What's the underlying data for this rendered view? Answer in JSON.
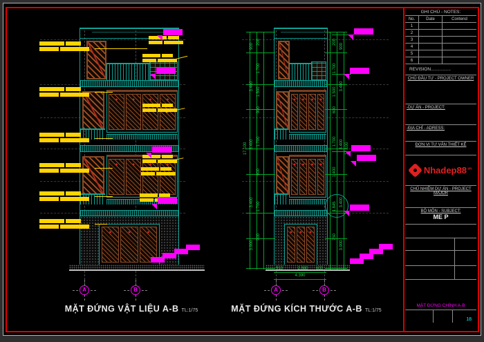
{
  "drawing": {
    "left_view": {
      "title": "MẶT ĐỨNG VẬT LIỆU A-B",
      "scale": "TL:1/75",
      "axes": [
        "A",
        "B"
      ]
    },
    "right_view": {
      "title": "MẶT ĐỨNG KÍCH THƯỚC A-B",
      "scale": "TL:1/75",
      "axes": [
        "A",
        "B"
      ]
    },
    "dims": {
      "bottom_segments": [
        "910",
        "2.880",
        "600"
      ],
      "bottom_total": "4.390",
      "overall_height": "17.100",
      "left_inner": [
        "200",
        "1.700",
        "1.500",
        "900",
        "1.700",
        "900",
        "1.700",
        "900"
      ],
      "left_floors": [
        "900",
        "3.400",
        "3.400",
        "3.400",
        "3.900"
      ],
      "right_inner": [
        "200",
        "1.700",
        "1.500",
        "600",
        "1.700",
        "1.400",
        "1.845",
        "750"
      ],
      "right_floors": [
        "900",
        "3.400",
        "3.400",
        "3.400",
        "3.900"
      ]
    }
  },
  "title_block": {
    "notes": {
      "header": "GHI CHÚ - NOTES:",
      "columns": [
        "No.",
        "Date",
        "Contend"
      ],
      "rows": [
        "1",
        "2",
        "3",
        "4",
        "5",
        "6"
      ]
    },
    "revision": "REVISION................",
    "owner": "CHỦ ĐẦU TƯ - PROJECT OWNER",
    "project": "-DỰ ÁN - PROJECT:",
    "address": "-ĐỊA CHỈ - ADRESS:",
    "consultant": "ĐƠN VỊ TƯ VẤN THIẾT KẾ",
    "logo": {
      "name": "Nhadep88",
      "suffix": ".vn"
    },
    "manager": "CHỦ NHIỆM DỰ ÁN - PROJECT MAJOR",
    "subject_label": "BỘ MÔN - SUBJECT:",
    "subject_value": "ME P",
    "drawing_name": "MẶT ĐỨNG CHÍNH A-B",
    "sheet_no": "18"
  },
  "colors": {
    "frame_red": "#e00000",
    "line_teal": "#0fa396",
    "callout_yellow": "#ffd400",
    "marker_magenta": "#ff00ff",
    "dim_green": "#1ed14a",
    "sheet_no_cyan": "#00ffff",
    "logo_red": "#e02020"
  }
}
